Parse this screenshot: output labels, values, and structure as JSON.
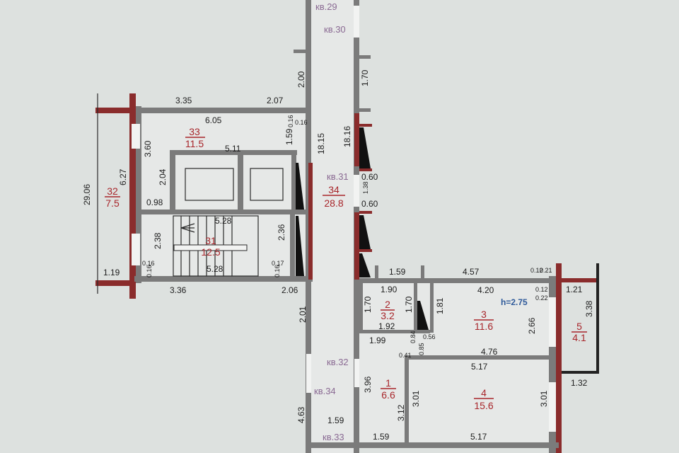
{
  "plan": {
    "ceiling_height": "h=2.75",
    "rooms": [
      {
        "number": "1",
        "area": "6.6"
      },
      {
        "number": "2",
        "area": "3.2"
      },
      {
        "number": "3",
        "area": "11.6"
      },
      {
        "number": "4",
        "area": "15.6"
      },
      {
        "number": "5",
        "area": "4.1"
      },
      {
        "number": "31",
        "area": "12.5"
      },
      {
        "number": "32",
        "area": "7.5"
      },
      {
        "number": "33",
        "area": "11.5"
      },
      {
        "number": "34",
        "area": "28.8"
      }
    ],
    "apartments": [
      "кв.29",
      "кв.30",
      "кв.31",
      "кв.32",
      "кв.34",
      "кв.33"
    ],
    "dimensions": {
      "d335": "3.35",
      "d207": "2.07",
      "d605": "6.05",
      "d016a": "0.16",
      "d016b": "0.16",
      "d159a": "1.59",
      "d1815": "18.15",
      "d360": "3.60",
      "d511": "5.11",
      "d627": "6.27",
      "d2906": "29.06",
      "d204": "2.04",
      "d098": "0.98",
      "d528a": "5.28",
      "d236": "2.36",
      "d238": "2.38",
      "d528b": "5.28",
      "d016c": "0.16",
      "d016d": "0.16",
      "d017": "0.17",
      "d016e": "0.16",
      "d119": "1.19",
      "d336": "3.36",
      "d206": "2.06",
      "d200": "2.00",
      "d170a": "1.70",
      "d1816": "18.16",
      "d060a": "0.60",
      "d138": "1.38",
      "d060b": "0.60",
      "d159b": "1.59",
      "d457": "4.57",
      "d012a": "0.12",
      "d021": "0.21",
      "d190": "1.90",
      "d170b": "1.70",
      "d170c": "1.70",
      "d181": "1.81",
      "d420": "4.20",
      "d012b": "0.12",
      "d022": "0.22",
      "d121": "1.21",
      "d338": "3.38",
      "d192": "1.92",
      "d266": "2.66",
      "d199": "1.99",
      "d084": "0.84",
      "d056": "0.56",
      "d041": "0.41",
      "d085": "0.85",
      "d476": "4.76",
      "d517a": "5.17",
      "d132": "1.32",
      "d396": "3.96",
      "d301a": "3.01",
      "d312": "3.12",
      "d301b": "3.01",
      "d201": "2.01",
      "d463": "4.63",
      "d159c": "1.59",
      "d159d": "1.59",
      "d517b": "5.17"
    }
  }
}
